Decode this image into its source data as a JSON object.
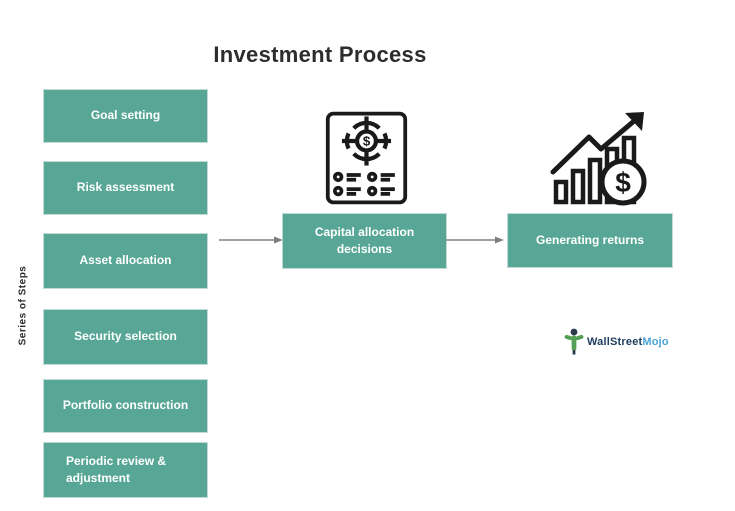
{
  "title": "Investment Process",
  "side_label": "Series of Steps",
  "steps": [
    "Goal setting",
    "Risk assessment",
    "Asset allocation",
    "Security selection",
    "Portfolio construction",
    "Periodic review & adjustment"
  ],
  "flow": {
    "capital_label": "Capital allocation decisions",
    "returns_label": "Generating returns"
  },
  "icons": {
    "capital_icon": "allocation-report-dollar-target-icon",
    "returns_icon": "growth-bar-chart-arrow-dollar-icon",
    "dollar_glyph": "$"
  },
  "logo": {
    "brand_first": "WallStreet",
    "brand_second": "Mojo"
  },
  "colors": {
    "box_green": "#58a796",
    "box_text": "#ffffff",
    "title_text": "#2d2d2d",
    "arrow_gray": "#808080",
    "icon_stroke": "#1a1a1a",
    "logo_navy": "#1d3c5e",
    "logo_blue": "#4aa3d8",
    "logo_mascot_green": "#54a054"
  }
}
